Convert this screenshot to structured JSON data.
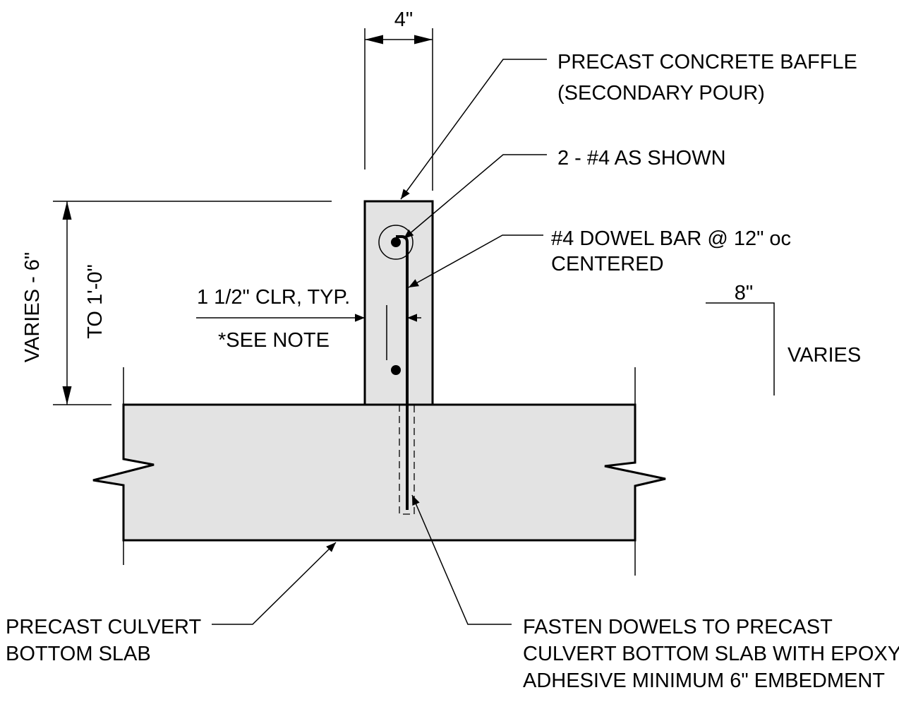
{
  "dimensions": {
    "baffle_width": "4\"",
    "height_line1": "VARIES - 6\"",
    "height_line2": "TO 1'-0\"",
    "clear_cover": "1 1/2\" CLR, TYP.",
    "see_note": "*SEE NOTE",
    "slope_run": "8\"",
    "slope_rise": "VARIES"
  },
  "callouts": {
    "baffle": [
      "PRECAST CONCRETE BAFFLE",
      "(SECONDARY POUR)"
    ],
    "bars": [
      "2 - #4 AS SHOWN"
    ],
    "dowel": [
      "#4 DOWEL BAR @ 12\" oc",
      "CENTERED"
    ],
    "slab": [
      "PRECAST CULVERT",
      "BOTTOM SLAB"
    ],
    "fasten": [
      "FASTEN DOWELS TO PRECAST",
      "CULVERT BOTTOM SLAB WITH EPOXY",
      "ADHESIVE MINIMUM 6\" EMBEDMENT"
    ]
  }
}
